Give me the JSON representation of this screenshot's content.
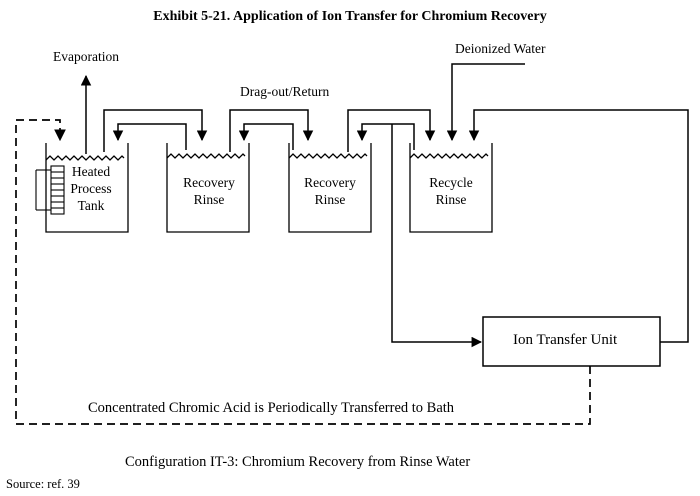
{
  "title": "Exhibit 5-21. Application of Ion Transfer for Chromium Recovery",
  "labels": {
    "evaporation": "Evaporation",
    "dragout_return": "Drag-out/Return",
    "deionized_water": "Deionized Water"
  },
  "tanks": [
    {
      "label": "Heated Process Tank"
    },
    {
      "label": "Recovery Rinse"
    },
    {
      "label": "Recovery Rinse"
    },
    {
      "label": "Recycle Rinse"
    }
  ],
  "ion_transfer_unit": {
    "label": "Ion Transfer Unit"
  },
  "banner": "Concentrated Chromic Acid is Periodically Transferred to Bath",
  "caption": "Configuration IT-3:  Chromium Recovery from Rinse Water",
  "source": "Source: ref. 39"
}
